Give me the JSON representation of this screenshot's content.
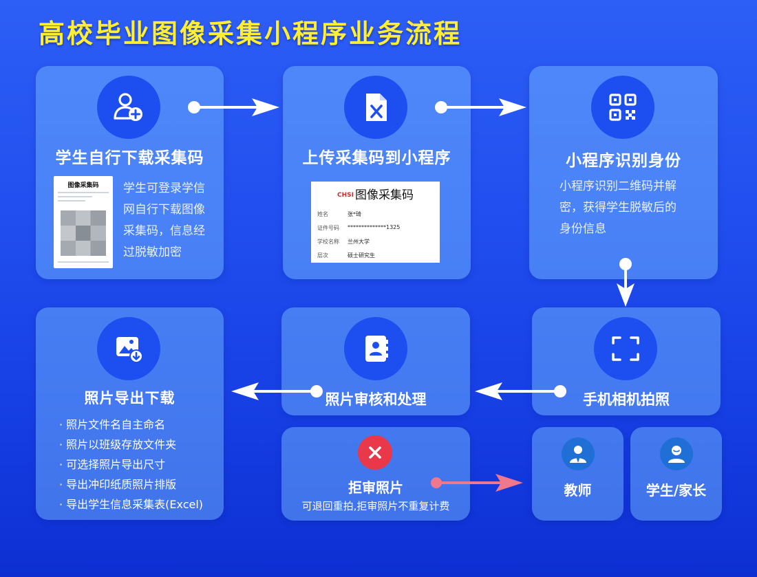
{
  "title": "高校毕业图像采集小程序业务流程",
  "colors": {
    "title": "#ffee33",
    "icon_circle": "#1d4ef0",
    "reject": "#e8384a",
    "reject_arrow": "#f0788c",
    "arrow": "#ffffff"
  },
  "steps": {
    "download": {
      "icon": "user-add-icon",
      "title": "学生自行下载采集码",
      "desc": [
        "学生可登录学信",
        "网自行下载图像",
        "采集码，信息经",
        "过脱敏加密"
      ],
      "doc_header": "图像采集码"
    },
    "upload": {
      "icon": "excel-file-icon",
      "title": "上传采集码到小程序",
      "doc": {
        "logo": "CHSI",
        "header": "图像采集码",
        "rows": [
          {
            "label": "姓名",
            "value": "张*琦"
          },
          {
            "label": "证件号码",
            "value": "**************1325"
          },
          {
            "label": "学校名称",
            "value": "兰州大学"
          },
          {
            "label": "层次",
            "value": "硕士研究生"
          }
        ]
      }
    },
    "identify": {
      "icon": "qr-code-icon",
      "title": "小程序识别身份",
      "desc": [
        "小程序识别二维码并解",
        "密，获得学生脱敏后的",
        "身份信息"
      ]
    },
    "camera": {
      "icon": "scan-frame-icon",
      "title": "手机相机拍照"
    },
    "review": {
      "icon": "contact-book-icon",
      "title": "照片审核和处理"
    },
    "export": {
      "icon": "image-download-icon",
      "title": "照片导出下载",
      "bullets": [
        "· 照片文件名自主命名",
        "· 照片以班级存放文件夹",
        "· 可选择照片导出尺寸",
        "· 导出冲印纸质照片排版",
        "· 导出学生信息采集表(Excel)"
      ]
    },
    "reject": {
      "icon": "close-icon",
      "title": "拒审照片",
      "note": "可退回重拍,拒审照片不重复计费"
    }
  },
  "roles": {
    "teacher": {
      "icon": "teacher-avatar-icon",
      "label": "教师"
    },
    "student": {
      "icon": "student-avatar-icon",
      "label": "学生/家长"
    }
  }
}
